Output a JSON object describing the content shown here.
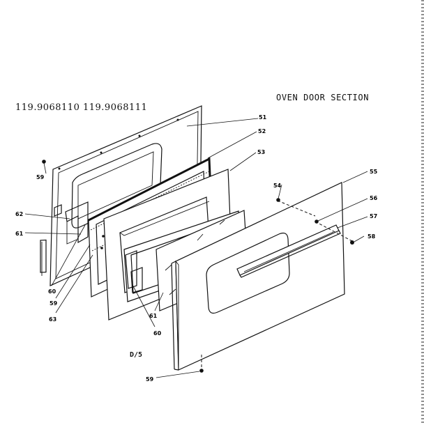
{
  "header": {
    "model_numbers": "119.9068110 119.9068111",
    "section_title": "OVEN DOOR SECTION"
  },
  "figure_code": "D/5",
  "callouts": [
    {
      "id": "c51",
      "text": "51"
    },
    {
      "id": "c52",
      "text": "52"
    },
    {
      "id": "c53",
      "text": "53"
    },
    {
      "id": "c54",
      "text": "54"
    },
    {
      "id": "c55",
      "text": "55"
    },
    {
      "id": "c56",
      "text": "56"
    },
    {
      "id": "c57",
      "text": "57"
    },
    {
      "id": "c58",
      "text": "58"
    },
    {
      "id": "c59a",
      "text": "59"
    },
    {
      "id": "c59b",
      "text": "59"
    },
    {
      "id": "c59c",
      "text": "59"
    },
    {
      "id": "c60a",
      "text": "60"
    },
    {
      "id": "c60b",
      "text": "60"
    },
    {
      "id": "c61a",
      "text": "61"
    },
    {
      "id": "c61b",
      "text": "61"
    },
    {
      "id": "c62",
      "text": "62"
    },
    {
      "id": "c63",
      "text": "63"
    }
  ]
}
